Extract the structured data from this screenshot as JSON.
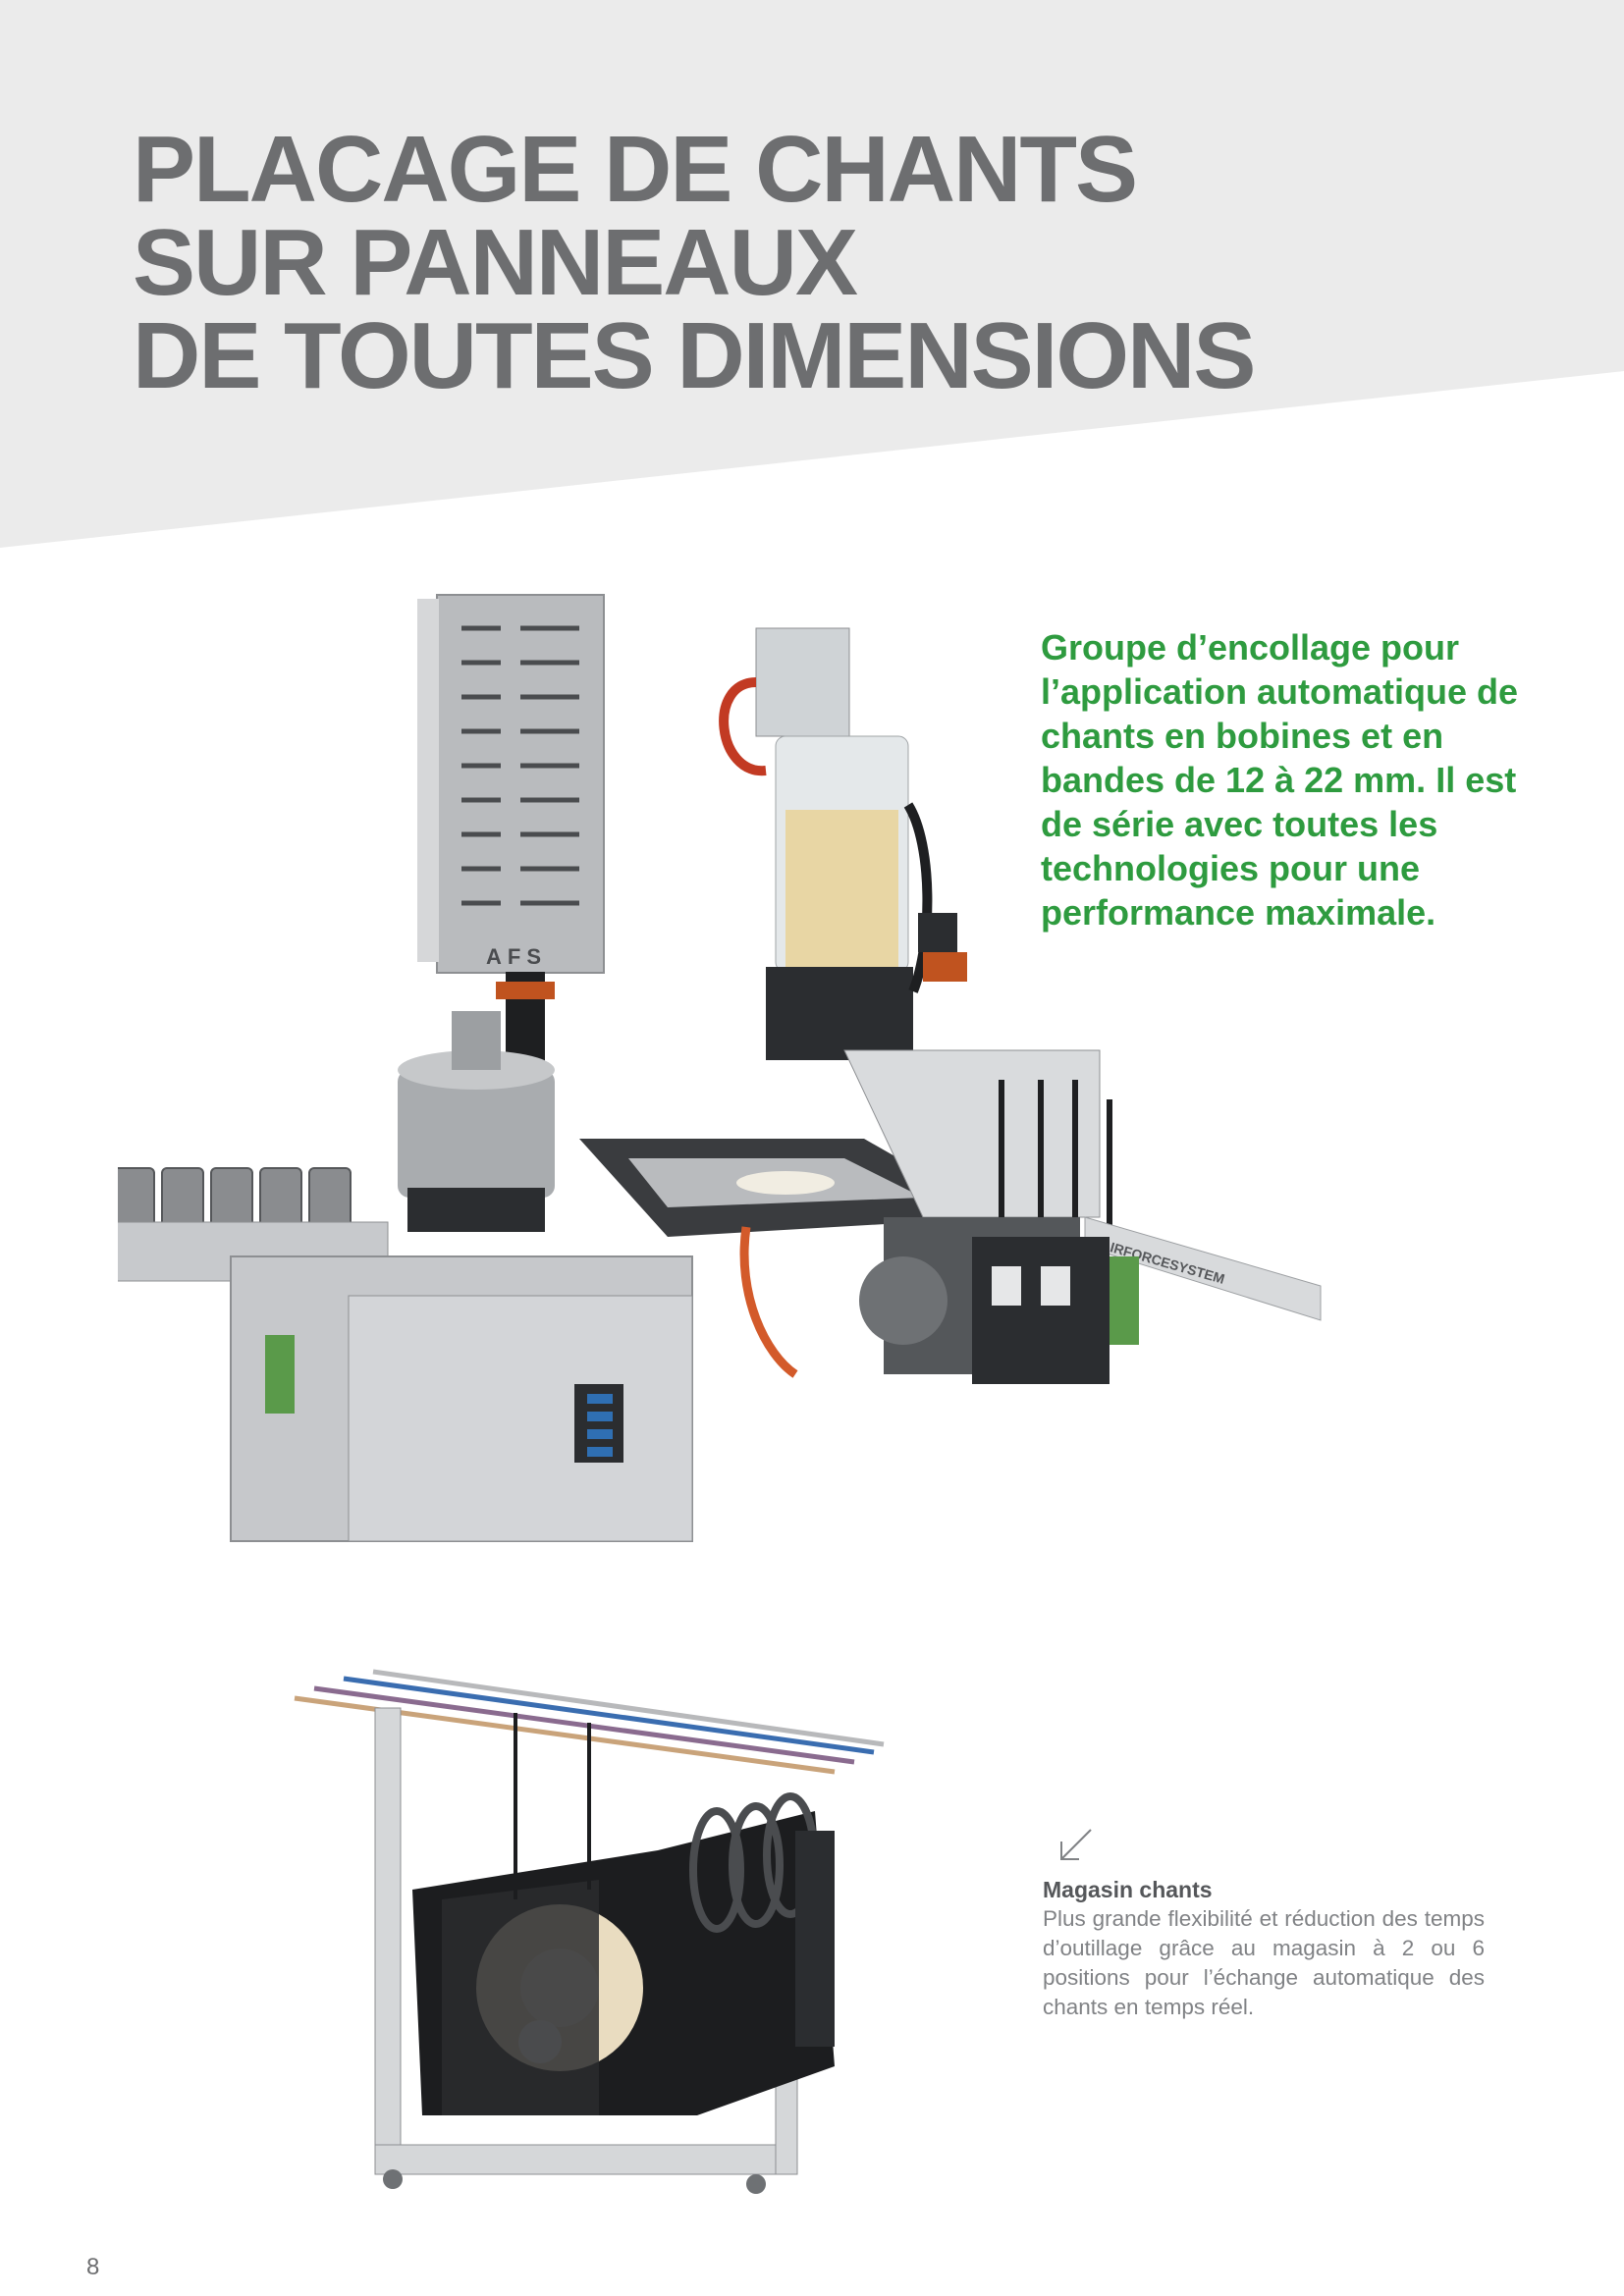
{
  "header": {
    "title_lines": [
      "PLACAGE DE CHANTS",
      "SUR PANNEAUX",
      "DE TOUTES DIMENSIONS"
    ]
  },
  "main_feature": {
    "caption": "Groupe d’encollage pour l’application automatique de chants en bobines et en bandes de 12 à 22 mm. Il est de série avec toutes les technologies pour une performance maximale.",
    "machine_label": "AFS",
    "belt_label": "AIRFORCESYSTEM"
  },
  "magasin": {
    "title": "Magasin chants",
    "text": "Plus grande flexibilité et réduction des temps d’outillage grâce au magasin à 2 ou 6 positions pour l’échange automatique des chants en temps réel."
  },
  "footer": {
    "page_number": "8"
  },
  "colors": {
    "header_bg": "#ebebeb",
    "title": "#6d6e70",
    "accent_green": "#2e9b3f",
    "body_text": "#808285"
  },
  "icons": {
    "pointer": "arrow-down-left-icon"
  }
}
